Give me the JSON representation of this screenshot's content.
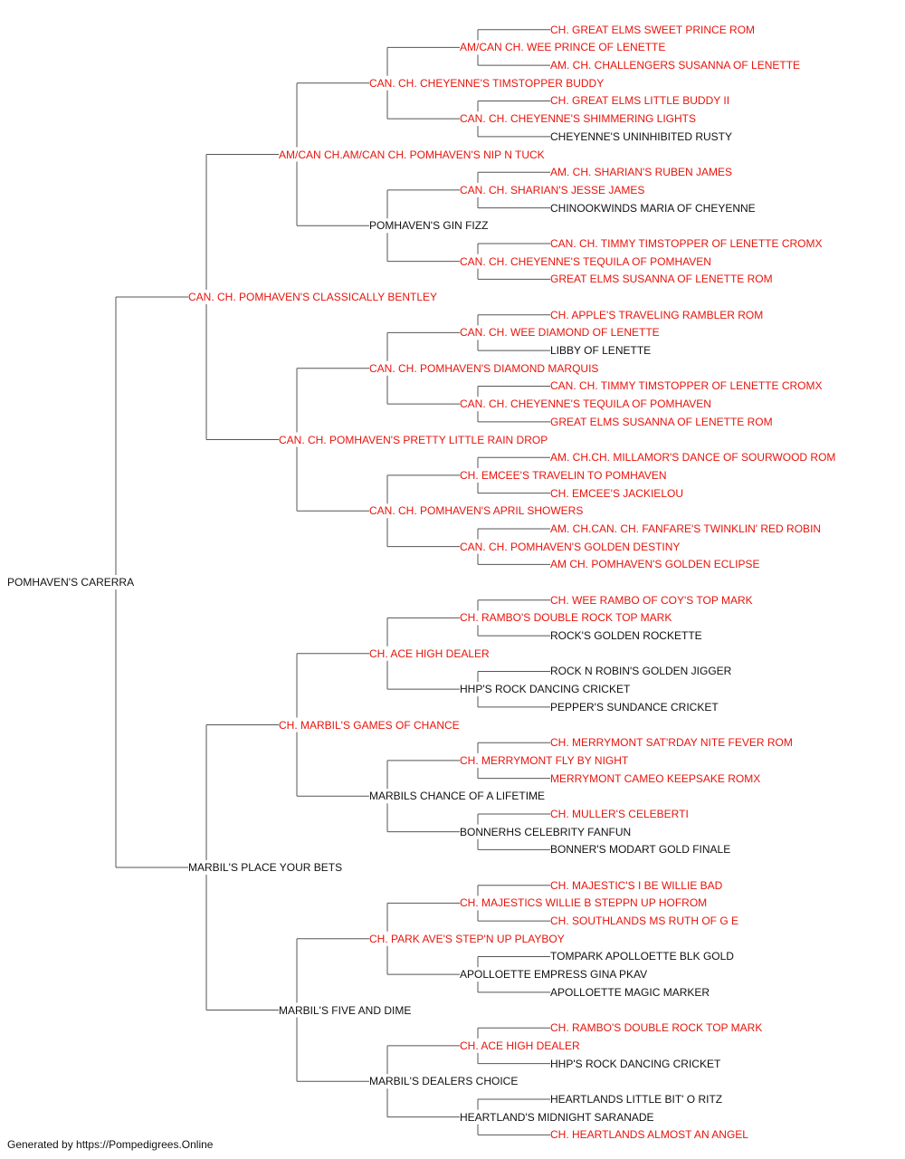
{
  "footer": "Generated by https://Pompedigrees.Online",
  "colors": {
    "champion": "#e8140c",
    "plain": "#111111",
    "line": "#555555"
  },
  "pedigree": {
    "name": "POMHAVEN'S CARERRA",
    "champion": false,
    "sire": {
      "name": "CAN. CH. POMHAVEN'S CLASSICALLY BENTLEY",
      "champion": true,
      "sire": {
        "name": "AM/CAN CH.AM/CAN CH. POMHAVEN'S NIP N TUCK",
        "champion": true,
        "sire": {
          "name": "CAN. CH. CHEYENNE'S TIMSTOPPER BUDDY",
          "champion": true,
          "sire": {
            "name": "AM/CAN CH. WEE PRINCE OF LENETTE",
            "champion": true,
            "sire": {
              "name": "CH. GREAT ELMS SWEET PRINCE ROM",
              "champion": true
            },
            "dam": {
              "name": "AM. CH. CHALLENGERS SUSANNA OF LENETTE",
              "champion": true
            }
          },
          "dam": {
            "name": "CAN. CH. CHEYENNE'S SHIMMERING LIGHTS",
            "champion": true,
            "sire": {
              "name": "CH. GREAT ELMS LITTLE BUDDY II",
              "champion": true
            },
            "dam": {
              "name": "CHEYENNE'S UNINHIBITED RUSTY",
              "champion": false
            }
          }
        },
        "dam": {
          "name": "POMHAVEN'S GIN FIZZ",
          "champion": false,
          "sire": {
            "name": "CAN. CH. SHARIAN'S JESSE JAMES",
            "champion": true,
            "sire": {
              "name": "AM. CH. SHARIAN'S RUBEN JAMES",
              "champion": true
            },
            "dam": {
              "name": "CHINOOKWINDS MARIA OF CHEYENNE",
              "champion": false
            }
          },
          "dam": {
            "name": "CAN. CH. CHEYENNE'S TEQUILA OF POMHAVEN",
            "champion": true,
            "sire": {
              "name": "CAN. CH. TIMMY TIMSTOPPER OF LENETTE CROMX",
              "champion": true
            },
            "dam": {
              "name": "GREAT ELMS SUSANNA OF LENETTE ROM",
              "champion": true
            }
          }
        }
      },
      "dam": {
        "name": "CAN. CH. POMHAVEN'S PRETTY LITTLE RAIN DROP",
        "champion": true,
        "sire": {
          "name": "CAN. CH. POMHAVEN'S DIAMOND MARQUIS",
          "champion": true,
          "sire": {
            "name": "CAN. CH. WEE DIAMOND OF LENETTE",
            "champion": true,
            "sire": {
              "name": "CH. APPLE'S TRAVELING RAMBLER ROM",
              "champion": true
            },
            "dam": {
              "name": "LIBBY OF LENETTE",
              "champion": false
            }
          },
          "dam": {
            "name": "CAN. CH. CHEYENNE'S TEQUILA OF POMHAVEN",
            "champion": true,
            "sire": {
              "name": "CAN. CH. TIMMY TIMSTOPPER OF LENETTE CROMX",
              "champion": true
            },
            "dam": {
              "name": "GREAT ELMS SUSANNA OF LENETTE ROM",
              "champion": true
            }
          }
        },
        "dam": {
          "name": "CAN. CH. POMHAVEN'S APRIL SHOWERS",
          "champion": true,
          "sire": {
            "name": "CH. EMCEE'S TRAVELIN TO POMHAVEN",
            "champion": true,
            "sire": {
              "name": "AM. CH.CH. MILLAMOR'S DANCE OF SOURWOOD ROM",
              "champion": true
            },
            "dam": {
              "name": "CH. EMCEE'S JACKIELOU",
              "champion": true
            }
          },
          "dam": {
            "name": "CAN. CH. POMHAVEN'S GOLDEN DESTINY",
            "champion": true,
            "sire": {
              "name": "AM. CH.CAN. CH. FANFARE'S TWINKLIN' RED ROBIN",
              "champion": true
            },
            "dam": {
              "name": "AM CH. POMHAVEN'S GOLDEN ECLIPSE",
              "champion": true
            }
          }
        }
      }
    },
    "dam": {
      "name": "MARBIL'S PLACE YOUR BETS",
      "champion": false,
      "sire": {
        "name": "CH. MARBIL'S GAMES OF CHANCE",
        "champion": true,
        "sire": {
          "name": "CH. ACE HIGH DEALER",
          "champion": true,
          "sire": {
            "name": "CH. RAMBO'S DOUBLE ROCK TOP MARK",
            "champion": true,
            "sire": {
              "name": "CH. WEE RAMBO OF COY'S TOP MARK",
              "champion": true
            },
            "dam": {
              "name": "ROCK'S GOLDEN ROCKETTE",
              "champion": false
            }
          },
          "dam": {
            "name": "HHP'S ROCK DANCING CRICKET",
            "champion": false,
            "sire": {
              "name": "ROCK N ROBIN'S GOLDEN JIGGER",
              "champion": false
            },
            "dam": {
              "name": "PEPPER'S SUNDANCE CRICKET",
              "champion": false
            }
          }
        },
        "dam": {
          "name": "MARBILS CHANCE OF A LIFETIME",
          "champion": false,
          "sire": {
            "name": "CH. MERRYMONT FLY BY NIGHT",
            "champion": true,
            "sire": {
              "name": "CH. MERRYMONT SAT'RDAY NITE FEVER ROM",
              "champion": true
            },
            "dam": {
              "name": "MERRYMONT CAMEO KEEPSAKE ROMX",
              "champion": true
            }
          },
          "dam": {
            "name": "BONNERHS CELEBRITY FANFUN",
            "champion": false,
            "sire": {
              "name": "CH. MULLER'S CELEBERTI",
              "champion": true
            },
            "dam": {
              "name": "BONNER'S MODART GOLD FINALE",
              "champion": false
            }
          }
        }
      },
      "dam": {
        "name": "MARBIL'S FIVE AND DIME",
        "champion": false,
        "sire": {
          "name": "CH. PARK AVE'S STEP'N UP PLAYBOY",
          "champion": true,
          "sire": {
            "name": "CH. MAJESTICS WILLIE B STEPPN UP HOFROM",
            "champion": true,
            "sire": {
              "name": "CH. MAJESTIC'S I BE WILLIE BAD",
              "champion": true
            },
            "dam": {
              "name": "CH. SOUTHLANDS MS RUTH OF G E",
              "champion": true
            }
          },
          "dam": {
            "name": "APOLLOETTE EMPRESS GINA PKAV",
            "champion": false,
            "sire": {
              "name": "TOMPARK APOLLOETTE BLK GOLD",
              "champion": false
            },
            "dam": {
              "name": "APOLLOETTE MAGIC MARKER",
              "champion": false
            }
          }
        },
        "dam": {
          "name": "MARBIL'S DEALERS CHOICE",
          "champion": false,
          "sire": {
            "name": "CH. ACE HIGH DEALER",
            "champion": true,
            "sire": {
              "name": "CH. RAMBO'S DOUBLE ROCK TOP MARK",
              "champion": true
            },
            "dam": {
              "name": "HHP'S ROCK DANCING CRICKET",
              "champion": false
            }
          },
          "dam": {
            "name": "HEARTLAND'S MIDNIGHT SARANADE",
            "champion": false,
            "sire": {
              "name": "HEARTLANDS LITTLE BIT' O RITZ",
              "champion": false
            },
            "dam": {
              "name": "CH. HEARTLANDS ALMOST AN ANGEL",
              "champion": true
            }
          }
        }
      }
    }
  }
}
